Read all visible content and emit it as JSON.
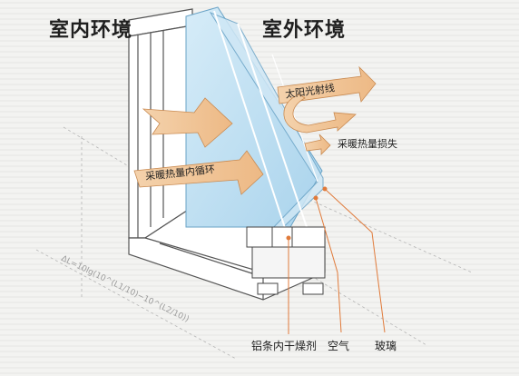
{
  "titles": {
    "indoor": "室内环境",
    "outdoor": "室外环境"
  },
  "arrows": {
    "solar": "太阳光射线",
    "heat_loss": "采暖热量损失",
    "heat_cycle": "采暖热量内循环"
  },
  "callouts": {
    "spacer": "铝条内干燥剂",
    "air": "空气",
    "glass": "玻璃"
  },
  "formula": "ΔL=10lg(10^(L1/10)−10^(L2/10))",
  "colors": {
    "glass": "#bfe0f2",
    "arrow": "#f1c69a",
    "frame": "#ffffff",
    "callout_line": "#e07a3a",
    "background": "#f3f3f1"
  }
}
